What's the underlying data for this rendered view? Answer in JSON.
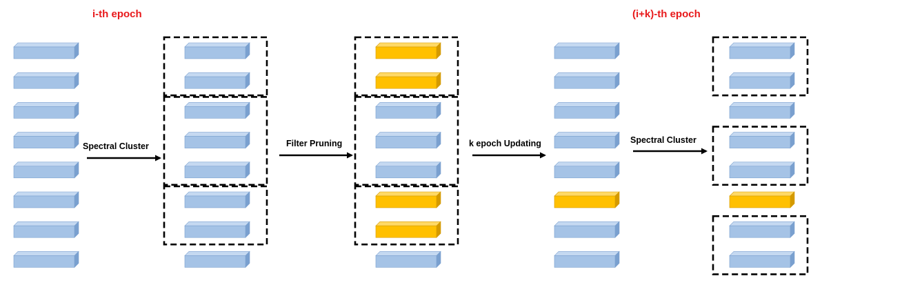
{
  "titles": {
    "left": "i-th epoch",
    "right": "(i+k)-th epoch"
  },
  "arrows": {
    "step1": "Spectral Cluster",
    "step2": "Filter Pruning",
    "step3": "k epoch Updating",
    "step4": "Spectral Cluster"
  },
  "colors": {
    "blue_face": "#a5c3e6",
    "blue_top": "#c5d9f1",
    "blue_side": "#7aa0cf",
    "yellow_face": "#ffc000",
    "yellow_top": "#ffd966",
    "yellow_side": "#d49a00",
    "title": "#e8191b"
  },
  "columns": [
    {
      "name": "original-filters",
      "filters": [
        "blue",
        "blue",
        "blue",
        "blue",
        "blue",
        "blue",
        "blue",
        "blue"
      ],
      "clusters": []
    },
    {
      "name": "clustered-filters",
      "filters": [
        "blue",
        "blue",
        "blue",
        "blue",
        "blue",
        "blue",
        "blue",
        "blue"
      ],
      "clusters": [
        [
          0,
          1
        ],
        [
          2,
          4
        ],
        [
          5,
          6
        ]
      ]
    },
    {
      "name": "pruned-filters",
      "filters": [
        "yellow",
        "yellow",
        "blue",
        "blue",
        "blue",
        "yellow",
        "yellow",
        "blue"
      ],
      "clusters": [
        [
          0,
          1
        ],
        [
          2,
          4
        ],
        [
          5,
          6
        ]
      ]
    },
    {
      "name": "updated-filters",
      "filters": [
        "blue",
        "blue",
        "blue",
        "blue",
        "blue",
        "yellow",
        "blue",
        "blue"
      ],
      "clusters": []
    },
    {
      "name": "reclustered-filters",
      "filters": [
        "blue",
        "blue",
        "blue",
        "blue",
        "blue",
        "yellow",
        "blue",
        "blue"
      ],
      "clusters": [
        [
          0,
          1
        ],
        [
          3,
          4
        ],
        [
          6,
          7
        ]
      ]
    }
  ]
}
